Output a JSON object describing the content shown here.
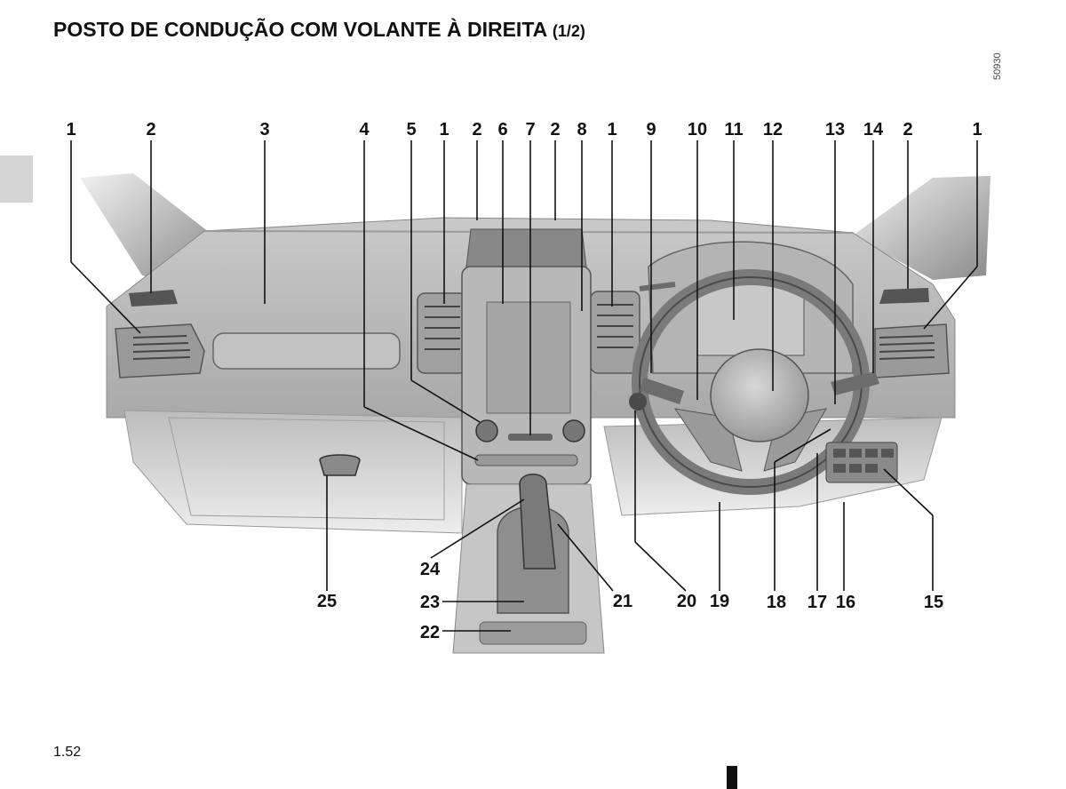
{
  "header": {
    "title": "POSTO DE CONDUÇÃO COM VOLANTE À DIREITA",
    "subtitle": "(1/2)"
  },
  "figure": {
    "reference_code": "50930",
    "callout_numbers": [
      "1",
      "2",
      "3",
      "4",
      "5",
      "1",
      "2",
      "6",
      "7",
      "2",
      "8",
      "1",
      "9",
      "10",
      "11",
      "12",
      "13",
      "14",
      "2",
      "1",
      "25",
      "24",
      "23",
      "22",
      "21",
      "20",
      "19",
      "18",
      "17",
      "16",
      "15"
    ]
  },
  "footer": {
    "page_number": "1.52"
  }
}
